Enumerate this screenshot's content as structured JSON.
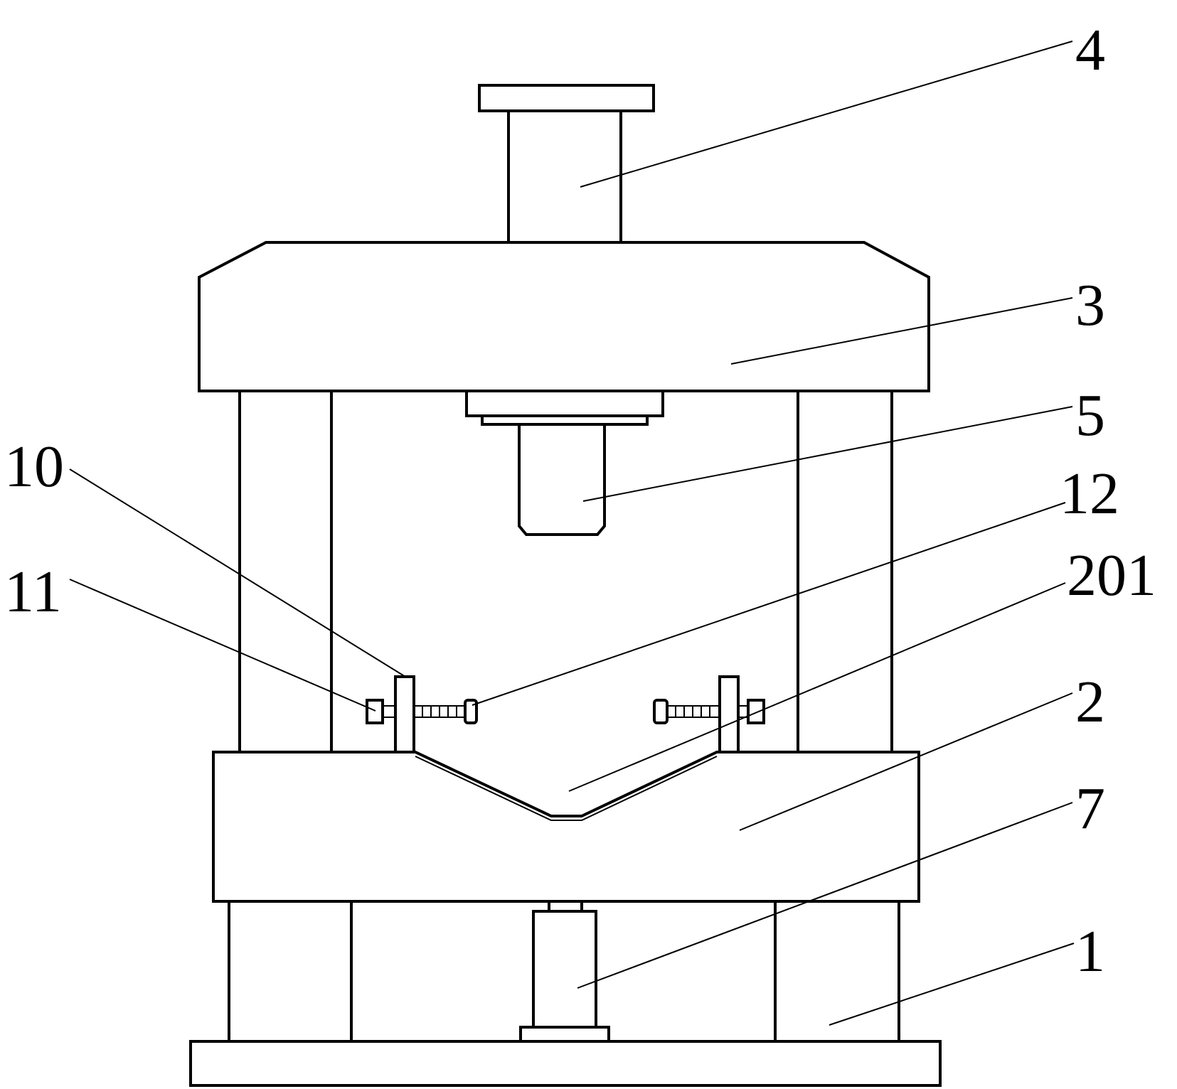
{
  "figure": {
    "labels": {
      "l1": "1",
      "l2": "2",
      "l3": "3",
      "l4": "4",
      "l5": "5",
      "l7": "7",
      "l10": "10",
      "l11": "11",
      "l12": "12",
      "l201": "201"
    }
  }
}
